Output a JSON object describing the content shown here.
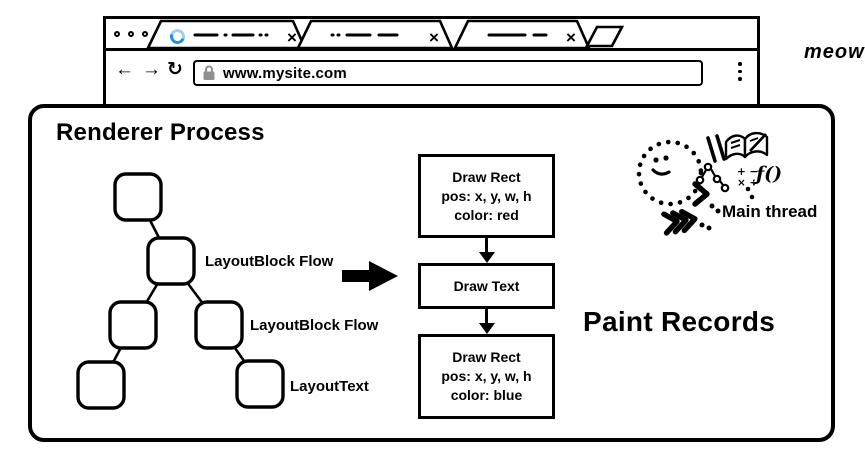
{
  "browser": {
    "logo_text": "meow",
    "window_controls": {
      "count": 3,
      "shape": "outlined-circle"
    },
    "tabs": [
      {
        "id": "tab-1",
        "state": "loading",
        "title_style": "scribble-dashes"
      },
      {
        "id": "tab-2",
        "state": "idle",
        "title_style": "scribble-dashes"
      },
      {
        "id": "tab-3",
        "state": "idle",
        "title_style": "scribble-dashes"
      }
    ],
    "address_bar": {
      "url": "www.mysite.com"
    },
    "icons": {
      "back": "←",
      "forward": "→",
      "reload": "↻",
      "close": "×",
      "lock": "gray-padlock-shape",
      "menu": "kebab-three-dots",
      "new_tab": "parallelogram-shape",
      "spinner": "blue-loading-ring"
    }
  },
  "renderer_process": {
    "title": "Renderer Process",
    "layout_tree": {
      "node_count": 6,
      "node_shape": "rounded-square",
      "labels": [
        "LayoutBlock Flow",
        "LayoutBlock Flow",
        "LayoutText"
      ]
    }
  },
  "paint_records": {
    "title": "Paint Records",
    "records": [
      {
        "lines": [
          "Draw Rect",
          "pos: x, y, w, h",
          "color: red"
        ]
      },
      {
        "lines": [
          "Draw Text"
        ]
      },
      {
        "lines": [
          "Draw Rect",
          "pos: x, y, w, h",
          "color: blue"
        ]
      }
    ]
  },
  "main_thread": {
    "label": "Main thread",
    "doodles": [
      "smiley-face",
      "pencils",
      "open-book",
      "dom-tree",
      "math-symbols",
      "function-symbol",
      "chevrons"
    ],
    "math_row1": "+ −",
    "math_row2": "× ÷",
    "function_text": "ƒ()"
  },
  "colors": {
    "ink": "#000000",
    "spinner_blue": "#1f8fe0",
    "spinner_blue_light": "#9ad0f7",
    "lock_gray": "#8f8f8f",
    "background": "#ffffff"
  }
}
